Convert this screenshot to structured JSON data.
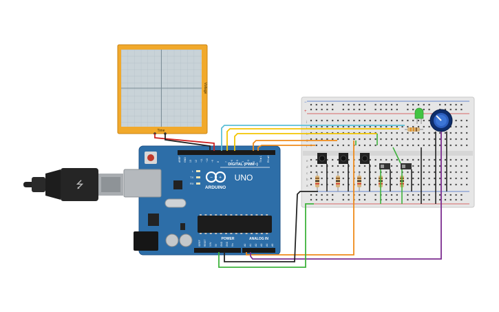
{
  "oscilloscope": {
    "x_label": "Time",
    "y_label": "Voltage"
  },
  "arduino": {
    "brand": "ARDUINO",
    "model": "UNO",
    "digital_label": "DIGITAL (PWM~)",
    "power_label": "POWER",
    "analog_label": "ANALOG IN",
    "led_labels": [
      "L",
      "TX",
      "RX"
    ],
    "top_pins": [
      "AREF",
      "GND",
      "13",
      "12",
      "~11",
      "~10",
      "~9",
      "8",
      "7",
      "~6",
      "~5",
      "4",
      "~3",
      "2",
      "TX►1",
      "RX◄0"
    ],
    "power_pins": [
      "IOREF",
      "RESET",
      "3.3V",
      "5V",
      "GND",
      "GND",
      "Vin"
    ],
    "analog_pins": [
      "A0",
      "A1",
      "A2",
      "A3",
      "A4",
      "A5"
    ]
  },
  "breadboard": {
    "row_letters_top": [
      "j",
      "i",
      "h",
      "g",
      "f"
    ],
    "row_letters_bottom": [
      "e",
      "d",
      "c",
      "b",
      "a"
    ],
    "plus_sign": "+",
    "minus_sign": "−"
  },
  "colors": {
    "board": "#2d6ea8",
    "breadboard": "#e8e8e8",
    "scope_frame": "#f1a92b",
    "wire_cyan": "#5bbfd6",
    "wire_yellow": "#f2c500",
    "wire_orange": "#ef8a1a",
    "wire_green": "#3db23b",
    "wire_purple": "#7b2b8f",
    "wire_black": "#222222",
    "wire_red": "#cc2222"
  }
}
